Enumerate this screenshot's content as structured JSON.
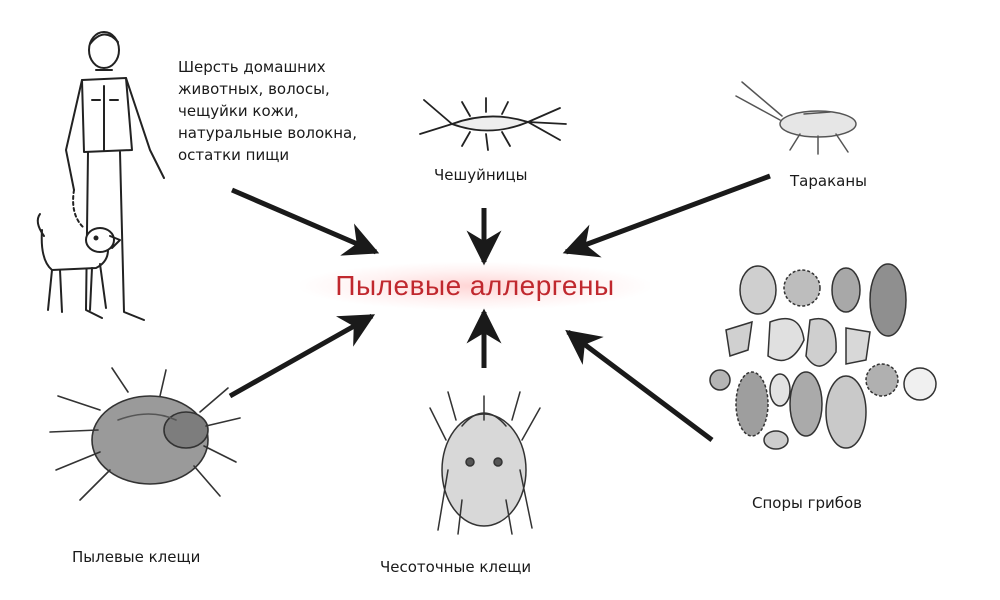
{
  "center": {
    "title": "Пылевые аллергены",
    "color": "#c0282e"
  },
  "sources": {
    "pets": {
      "lines": [
        "Шерсть домашних",
        "животных, волосы,",
        "чещуйки кожи,",
        "натуральные волокна,",
        "остатки пищи"
      ]
    },
    "silverfish": {
      "label": "Чешуйницы"
    },
    "cockroaches": {
      "label": "Тараканы"
    },
    "dust_mites": {
      "label": "Пылевые клещи"
    },
    "scabies_mites": {
      "label": "Чесоточные клещи"
    },
    "fungal_spores": {
      "label": "Споры грибов"
    }
  },
  "colors": {
    "text": "#1a1a1a",
    "arrow": "#1a1a1a"
  }
}
